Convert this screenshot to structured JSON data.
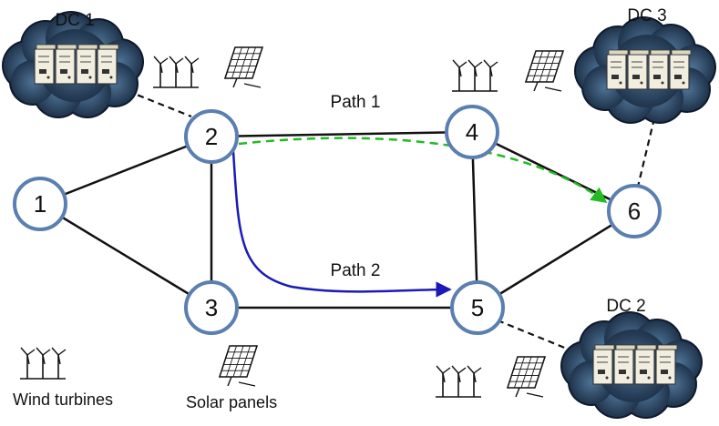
{
  "datacenters": [
    {
      "id": "dc1",
      "label": "DC 1",
      "servers": 4
    },
    {
      "id": "dc3",
      "label": "DC 3",
      "servers": 4
    },
    {
      "id": "dc2",
      "label": "DC 2",
      "servers": 4
    }
  ],
  "nodes": [
    {
      "id": "1",
      "label": "1"
    },
    {
      "id": "2",
      "label": "2"
    },
    {
      "id": "3",
      "label": "3"
    },
    {
      "id": "4",
      "label": "4"
    },
    {
      "id": "5",
      "label": "5"
    },
    {
      "id": "6",
      "label": "6"
    }
  ],
  "links": [
    {
      "from": "1",
      "to": "2"
    },
    {
      "from": "1",
      "to": "3"
    },
    {
      "from": "2",
      "to": "3"
    },
    {
      "from": "2",
      "to": "4"
    },
    {
      "from": "3",
      "to": "5"
    },
    {
      "from": "4",
      "to": "5"
    },
    {
      "from": "4",
      "to": "6"
    },
    {
      "from": "5",
      "to": "6"
    }
  ],
  "dc_links": [
    {
      "from": "dc1",
      "to": "2"
    },
    {
      "from": "dc3",
      "to": "6"
    },
    {
      "from": "dc2",
      "to": "5"
    }
  ],
  "paths": [
    {
      "label": "Path 1",
      "from": "2",
      "to": "6",
      "color": "#22bb22",
      "style": "dashed"
    },
    {
      "label": "Path 2",
      "from": "2",
      "to": "5",
      "color": "#1a1ab8",
      "style": "solid"
    }
  ],
  "legend": {
    "wind_label": "Wind turbines",
    "solar_label": "Solar panels"
  },
  "colors": {
    "node_stroke": "#5b7fb0",
    "node_fill": "#ffffff",
    "cloud_fill": "#22354f",
    "cloud_stroke": "#0e1a2c",
    "server_fill": "#f1eedf"
  },
  "icons": {
    "wind": "wind-turbine-icon",
    "solar": "solar-panel-icon",
    "server": "server-rack-icon",
    "cloud": "cloud-icon"
  }
}
